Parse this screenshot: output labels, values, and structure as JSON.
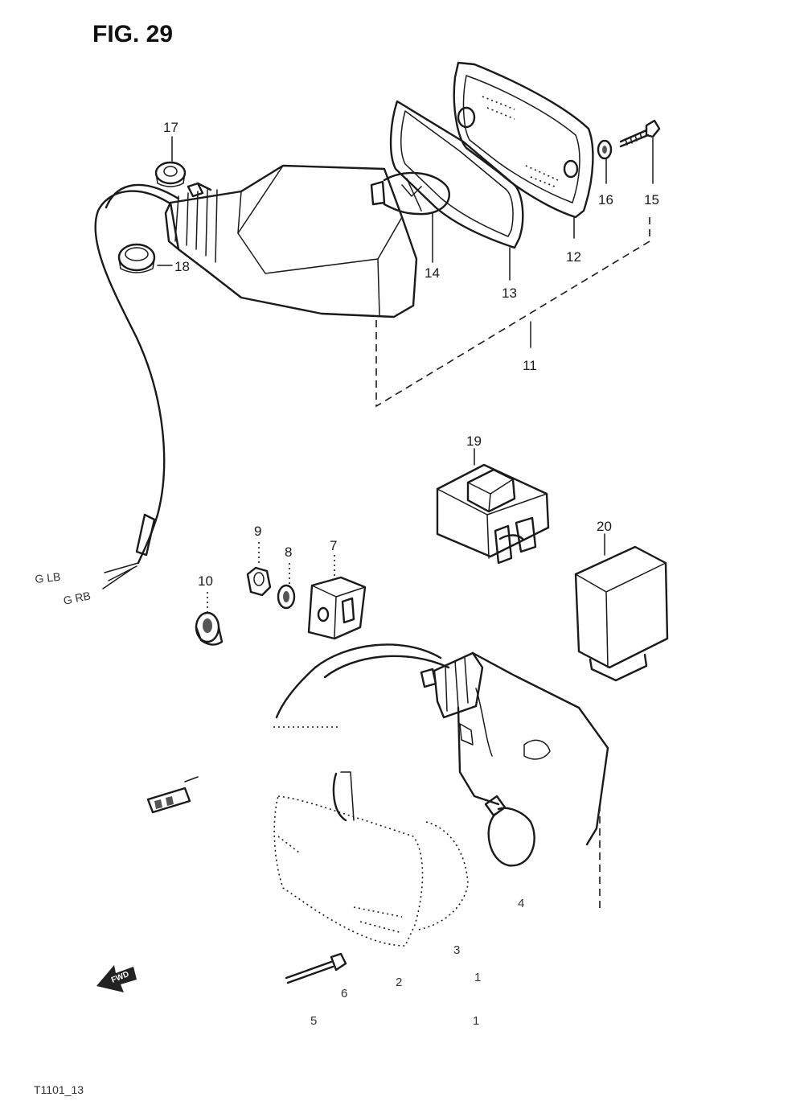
{
  "figure": {
    "title": "FIG. 29",
    "footer_code": "T1101_13"
  },
  "callouts": {
    "c1": "1",
    "c2": "2",
    "c3": "3",
    "c4": "4",
    "c5": "5",
    "c6": "6",
    "c7": "7",
    "c8": "8",
    "c9": "9",
    "c10": "10",
    "c11": "11",
    "c12": "12",
    "c13": "13",
    "c14": "14",
    "c15": "15",
    "c16": "16",
    "c17": "17",
    "c18": "18",
    "c19": "19",
    "c20": "20"
  },
  "wire_labels": {
    "upper": "G LB",
    "lower": "G RB"
  },
  "direction_marker": "FWD"
}
